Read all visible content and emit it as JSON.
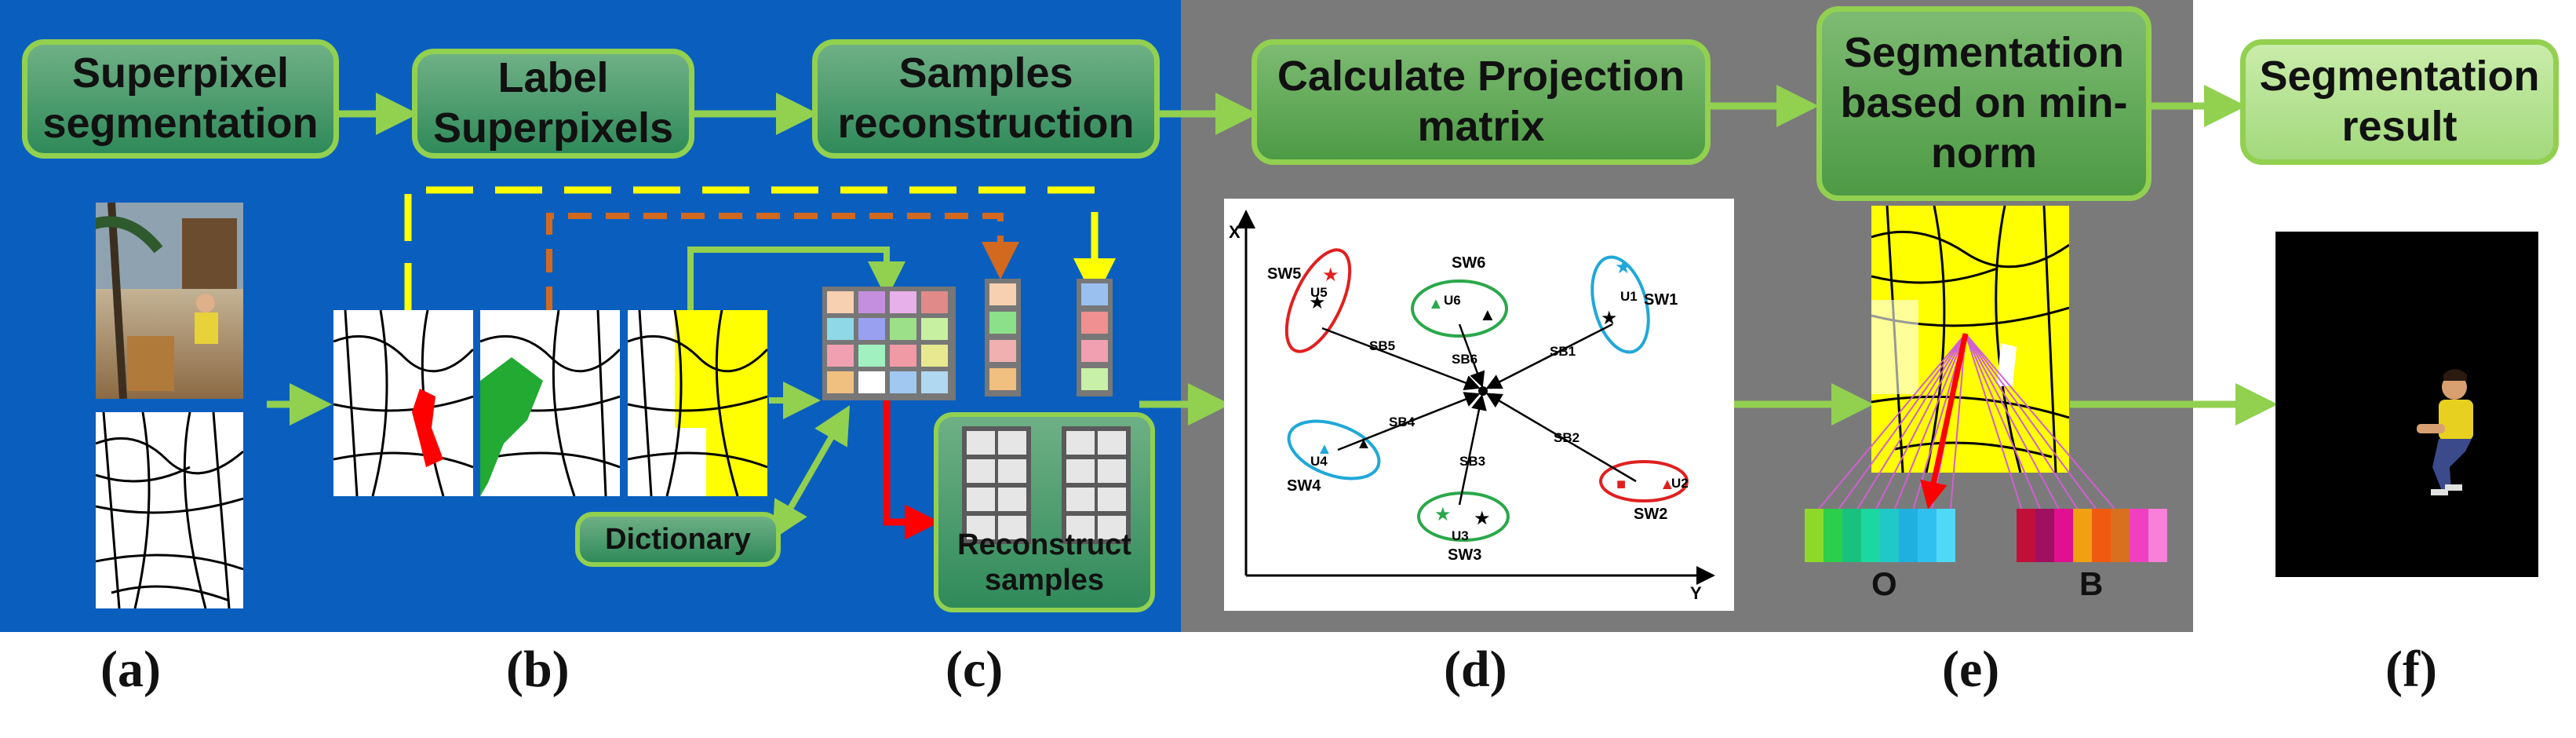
{
  "steps": {
    "superpixel": "Superpixel segmentation",
    "label": "Label Superpixels",
    "samples": "Samples reconstruction",
    "projection": "Calculate Projection matrix",
    "minnorm": "Segmentation based on min-norm",
    "result": "Segmentation result"
  },
  "side_boxes": {
    "dictionary": "Dictionary",
    "reconstruct": "Reconstruct samples"
  },
  "panel_labels": [
    "(a)",
    "(b)",
    "(c)",
    "(d)",
    "(e)",
    "(f)"
  ],
  "bar_labels": {
    "object": "O",
    "background": "B"
  },
  "plot": {
    "x_axis": "X",
    "y_axis": "Y",
    "scatter_labels": [
      "SW5",
      "SW6",
      "SW1",
      "SW4",
      "SW3",
      "SW2"
    ],
    "between_labels": [
      "SB5",
      "SB6",
      "SB1",
      "SB4",
      "SB3",
      "SB2"
    ],
    "class_labels": [
      "U5",
      "U6",
      "U1",
      "U4",
      "U3",
      "U2"
    ]
  },
  "colors": {
    "blue_bg": "#0a5fbe",
    "gray_bg": "#7a7a7a",
    "green_border": "#92d050",
    "yellow_dash": "#ffff00",
    "orange_dash": "#d2691e",
    "red_arrow": "#ff0000"
  }
}
